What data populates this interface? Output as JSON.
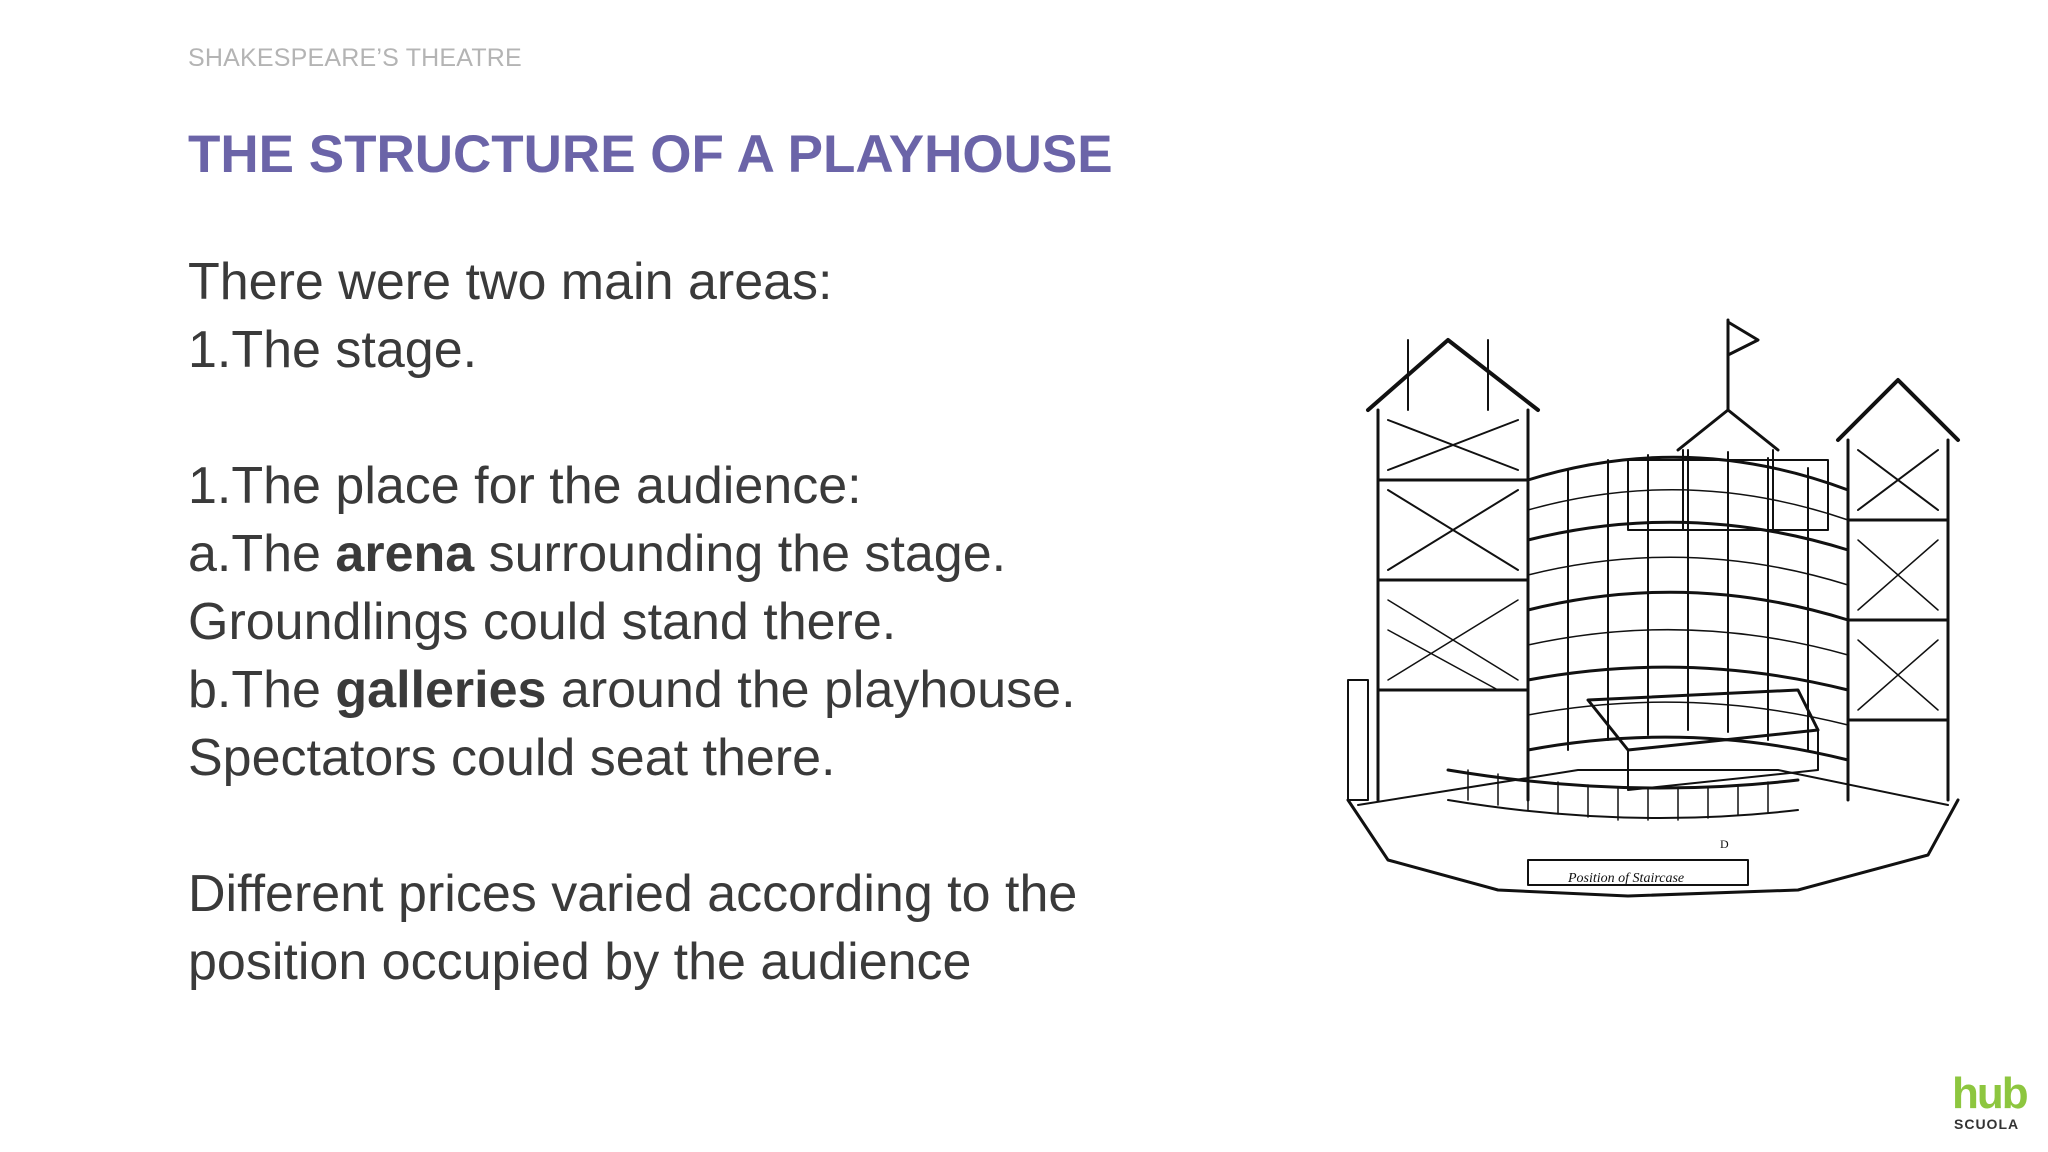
{
  "header": {
    "kicker": "SHAKESPEARE’S THEATRE",
    "title": "THE STRUCTURE OF A PLAYHOUSE"
  },
  "body": {
    "line1": "There were two main areas:",
    "line2": "1.The stage.",
    "line3": "1.The place for the audience:",
    "line4_pre": "a.The ",
    "line4_bold": "arena",
    "line4_post": " surrounding the stage.",
    "line5": "Groundlings could stand there.",
    "line6_pre": "b.The ",
    "line6_bold": "galleries",
    "line6_post": " around the playhouse.",
    "line7": "Spectators could seat there.",
    "line8": "Different prices varied according to the",
    "line9": "position occupied by the audience"
  },
  "illustration": {
    "label_position": "Position of Staircase",
    "label_d": "D"
  },
  "logo": {
    "brand": "hub",
    "sub": "SCUOLA"
  },
  "colors": {
    "title": "#6b64a8",
    "body_text": "#3a3a3a",
    "kicker": "#b4b4b4",
    "logo_green": "#8dc63f"
  }
}
